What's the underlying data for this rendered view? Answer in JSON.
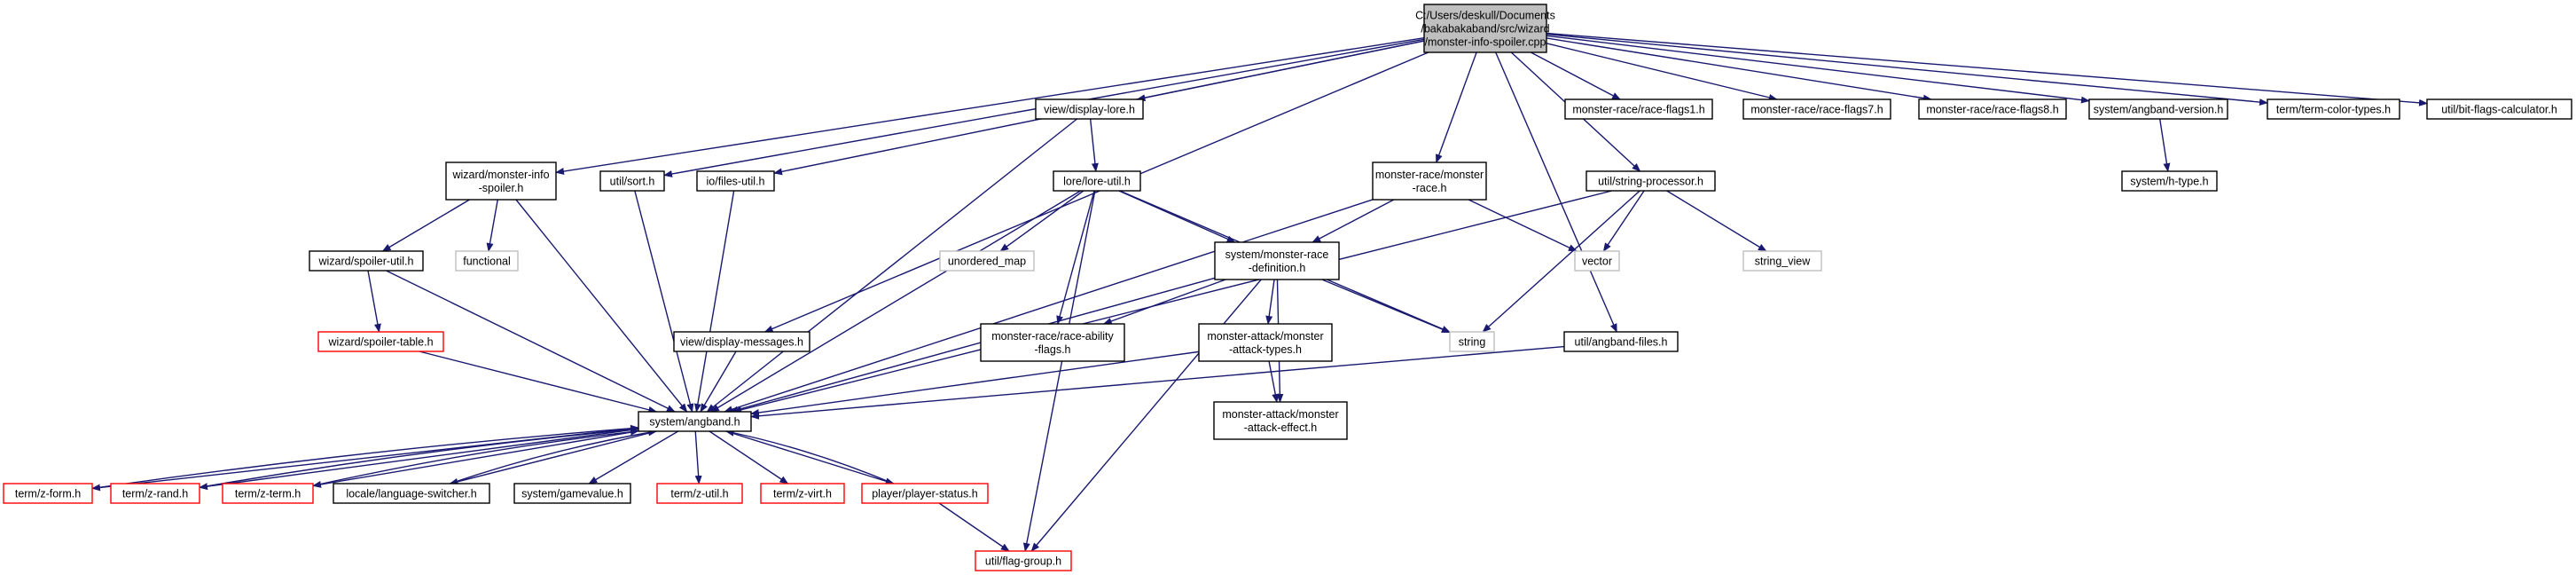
{
  "colors": {
    "edge": "#191970",
    "node_border": "#000000",
    "missing_border": "#bfbfbf",
    "truncated_border": "#ff0000",
    "root_fill": "#bfbfbf",
    "node_fill": "#ffffff",
    "text": "#000000",
    "missing_text": "#7f7f7f"
  },
  "nodes": [
    {
      "id": "root",
      "lines": [
        "C:/Users/deskull/Documents",
        "/bakabakaband/src/wizard",
        "/monster-info-spoiler.cpp"
      ],
      "style": "root"
    },
    {
      "id": "wms",
      "lines": [
        "wizard/monster-info",
        "-spoiler.h"
      ],
      "style": "normal"
    },
    {
      "id": "usort",
      "lines": [
        "util/sort.h"
      ],
      "style": "normal"
    },
    {
      "id": "iof",
      "lines": [
        "io/files-util.h"
      ],
      "style": "normal"
    },
    {
      "id": "vdl",
      "lines": [
        "view/display-lore.h"
      ],
      "style": "normal"
    },
    {
      "id": "mrh",
      "lines": [
        "monster-race/monster",
        "-race.h"
      ],
      "style": "normal"
    },
    {
      "id": "usp",
      "lines": [
        "util/string-processor.h"
      ],
      "style": "normal"
    },
    {
      "id": "rf1",
      "lines": [
        "monster-race/race-flags1.h"
      ],
      "style": "normal"
    },
    {
      "id": "rf7",
      "lines": [
        "monster-race/race-flags7.h"
      ],
      "style": "normal"
    },
    {
      "id": "rf8",
      "lines": [
        "monster-race/race-flags8.h"
      ],
      "style": "normal"
    },
    {
      "id": "sav",
      "lines": [
        "system/angband-version.h"
      ],
      "style": "normal"
    },
    {
      "id": "tct",
      "lines": [
        "term/term-color-types.h"
      ],
      "style": "normal"
    },
    {
      "id": "ubf",
      "lines": [
        "util/bit-flags-calculator.h"
      ],
      "style": "normal"
    },
    {
      "id": "sht",
      "lines": [
        "system/h-type.h"
      ],
      "style": "normal"
    },
    {
      "id": "wsu",
      "lines": [
        "wizard/spoiler-util.h"
      ],
      "style": "normal"
    },
    {
      "id": "func",
      "lines": [
        "functional"
      ],
      "style": "missing"
    },
    {
      "id": "llu",
      "lines": [
        "lore/lore-util.h"
      ],
      "style": "normal"
    },
    {
      "id": "umap",
      "lines": [
        "unordered_map"
      ],
      "style": "missing"
    },
    {
      "id": "smrd",
      "lines": [
        "system/monster-race",
        "-definition.h"
      ],
      "style": "normal"
    },
    {
      "id": "vec",
      "lines": [
        "vector"
      ],
      "style": "missing"
    },
    {
      "id": "sview",
      "lines": [
        "string_view"
      ],
      "style": "missing"
    },
    {
      "id": "wst",
      "lines": [
        "wizard/spoiler-table.h"
      ],
      "style": "truncated"
    },
    {
      "id": "vdm",
      "lines": [
        "view/display-messages.h"
      ],
      "style": "normal"
    },
    {
      "id": "mraf",
      "lines": [
        "monster-race/race-ability",
        "-flags.h"
      ],
      "style": "normal"
    },
    {
      "id": "mamat",
      "lines": [
        "monster-attack/monster",
        "-attack-types.h"
      ],
      "style": "normal"
    },
    {
      "id": "str",
      "lines": [
        "string"
      ],
      "style": "missing"
    },
    {
      "id": "uaf",
      "lines": [
        "util/angband-files.h"
      ],
      "style": "normal"
    },
    {
      "id": "sah",
      "lines": [
        "system/angband.h"
      ],
      "style": "normal"
    },
    {
      "id": "mamae",
      "lines": [
        "monster-attack/monster",
        "-attack-effect.h"
      ],
      "style": "normal"
    },
    {
      "id": "tzf",
      "lines": [
        "term/z-form.h"
      ],
      "style": "truncated"
    },
    {
      "id": "tzr",
      "lines": [
        "term/z-rand.h"
      ],
      "style": "truncated"
    },
    {
      "id": "tzt",
      "lines": [
        "term/z-term.h"
      ],
      "style": "truncated"
    },
    {
      "id": "lls",
      "lines": [
        "locale/language-switcher.h"
      ],
      "style": "normal"
    },
    {
      "id": "sgv",
      "lines": [
        "system/gamevalue.h"
      ],
      "style": "normal"
    },
    {
      "id": "tzu",
      "lines": [
        "term/z-util.h"
      ],
      "style": "truncated"
    },
    {
      "id": "tzv",
      "lines": [
        "term/z-virt.h"
      ],
      "style": "truncated"
    },
    {
      "id": "pps",
      "lines": [
        "player/player-status.h"
      ],
      "style": "truncated"
    },
    {
      "id": "ufg",
      "lines": [
        "util/flag-group.h"
      ],
      "style": "truncated"
    }
  ],
  "edges": [
    [
      "root",
      "wms"
    ],
    [
      "root",
      "usort"
    ],
    [
      "root",
      "iof"
    ],
    [
      "root",
      "vdm"
    ],
    [
      "root",
      "vdl"
    ],
    [
      "root",
      "mrh"
    ],
    [
      "root",
      "uaf"
    ],
    [
      "root",
      "usp"
    ],
    [
      "root",
      "rf1"
    ],
    [
      "root",
      "rf7"
    ],
    [
      "root",
      "rf8"
    ],
    [
      "root",
      "sav"
    ],
    [
      "root",
      "tct"
    ],
    [
      "root",
      "ubf"
    ],
    [
      "wms",
      "wsu"
    ],
    [
      "wms",
      "func"
    ],
    [
      "wms",
      "sah"
    ],
    [
      "usort",
      "sah"
    ],
    [
      "iof",
      "sah"
    ],
    [
      "vdl",
      "llu"
    ],
    [
      "vdl",
      "sah"
    ],
    [
      "mrh",
      "smrd"
    ],
    [
      "mrh",
      "vec"
    ],
    [
      "mrh",
      "sah"
    ],
    [
      "usp",
      "vec"
    ],
    [
      "usp",
      "str"
    ],
    [
      "usp",
      "sview"
    ],
    [
      "usp",
      "sah"
    ],
    [
      "sav",
      "sht"
    ],
    [
      "wsu",
      "wst"
    ],
    [
      "wsu",
      "sah"
    ],
    [
      "llu",
      "umap"
    ],
    [
      "llu",
      "smrd"
    ],
    [
      "llu",
      "mraf"
    ],
    [
      "llu",
      "str"
    ],
    [
      "llu",
      "sah"
    ],
    [
      "llu",
      "ufg"
    ],
    [
      "smrd",
      "mraf"
    ],
    [
      "smrd",
      "mamat"
    ],
    [
      "smrd",
      "mamae"
    ],
    [
      "smrd",
      "str"
    ],
    [
      "smrd",
      "sah"
    ],
    [
      "smrd",
      "ufg"
    ],
    [
      "wst",
      "sah"
    ],
    [
      "vdm",
      "sah"
    ],
    [
      "mamat",
      "mamae"
    ],
    [
      "mamat",
      "sah"
    ],
    [
      "uaf",
      "sah"
    ],
    [
      "sah",
      "tzf"
    ],
    [
      "sah",
      "tzr"
    ],
    [
      "sah",
      "tzt"
    ],
    [
      "sah",
      "lls"
    ],
    [
      "sah",
      "sgv"
    ],
    [
      "sah",
      "tzu"
    ],
    [
      "sah",
      "tzv"
    ],
    [
      "sah",
      "pps"
    ],
    [
      "tzf",
      "sah"
    ],
    [
      "tzr",
      "sah"
    ],
    [
      "tzt",
      "sah"
    ],
    [
      "lls",
      "sah"
    ],
    [
      "pps",
      "sah"
    ],
    [
      "pps",
      "ufg"
    ]
  ]
}
